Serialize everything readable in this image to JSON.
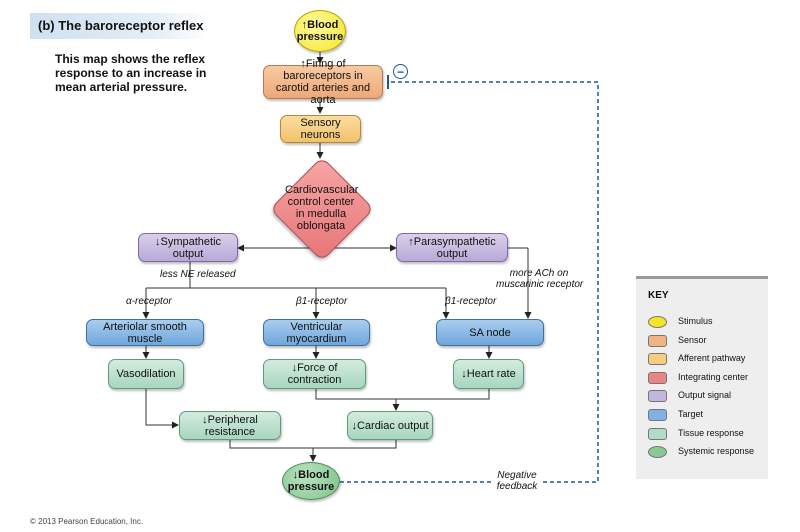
{
  "header": {
    "title": "(b) The baroreceptor reflex"
  },
  "description": [
    "This map shows the reflex",
    "response to an increase in",
    "mean arterial pressure."
  ],
  "nodes": {
    "stimulus": "↑Blood pressure",
    "sensor": "↑Firing of baroreceptors in carotid arteries and aorta",
    "afferent": "Sensory neurons",
    "integrating": "Cardiovascular control center in medulla oblongata",
    "sympathetic": "↓Sympathetic output",
    "parasympathetic": "↑Parasympathetic output",
    "arteriolar": "Arteriolar smooth muscle",
    "ventricular": "Ventricular myocardium",
    "sa_node": "SA node",
    "vasodilation": "Vasodilation",
    "force": "↓Force of contraction",
    "heart_rate": "↓Heart rate",
    "peripheral": "↓Peripheral resistance",
    "cardiac": "↓Cardiac output",
    "systemic": "↓Blood pressure"
  },
  "labels": {
    "less_ne": "less NE released",
    "more_ach_1": "more ACh on",
    "more_ach_2": "muscarinic receptor",
    "alpha_receptor": "α-receptor",
    "beta1_receptor_a": "β1-receptor",
    "beta1_receptor_b": "β1-receptor",
    "negative_1": "Negative",
    "negative_2": "feedback",
    "inhibit": "−"
  },
  "key": {
    "title": "KEY",
    "items": [
      {
        "label": "Stimulus",
        "color": "#f5e52a",
        "shape": "ellipse"
      },
      {
        "label": "Sensor",
        "color": "#f3b283",
        "shape": "rect"
      },
      {
        "label": "Afferent pathway",
        "color": "#f5cd7e",
        "shape": "rect"
      },
      {
        "label": "Integrating center",
        "color": "#eb8486",
        "shape": "rect"
      },
      {
        "label": "Output signal",
        "color": "#c3b6de",
        "shape": "rect"
      },
      {
        "label": "Target",
        "color": "#7fb2e2",
        "shape": "rect"
      },
      {
        "label": "Tissue response",
        "color": "#b3dcc8",
        "shape": "rect"
      },
      {
        "label": "Systemic response",
        "color": "#88c996",
        "shape": "ellipse"
      }
    ]
  },
  "footer": {
    "copyright": "© 2013 Pearson Education, Inc."
  }
}
